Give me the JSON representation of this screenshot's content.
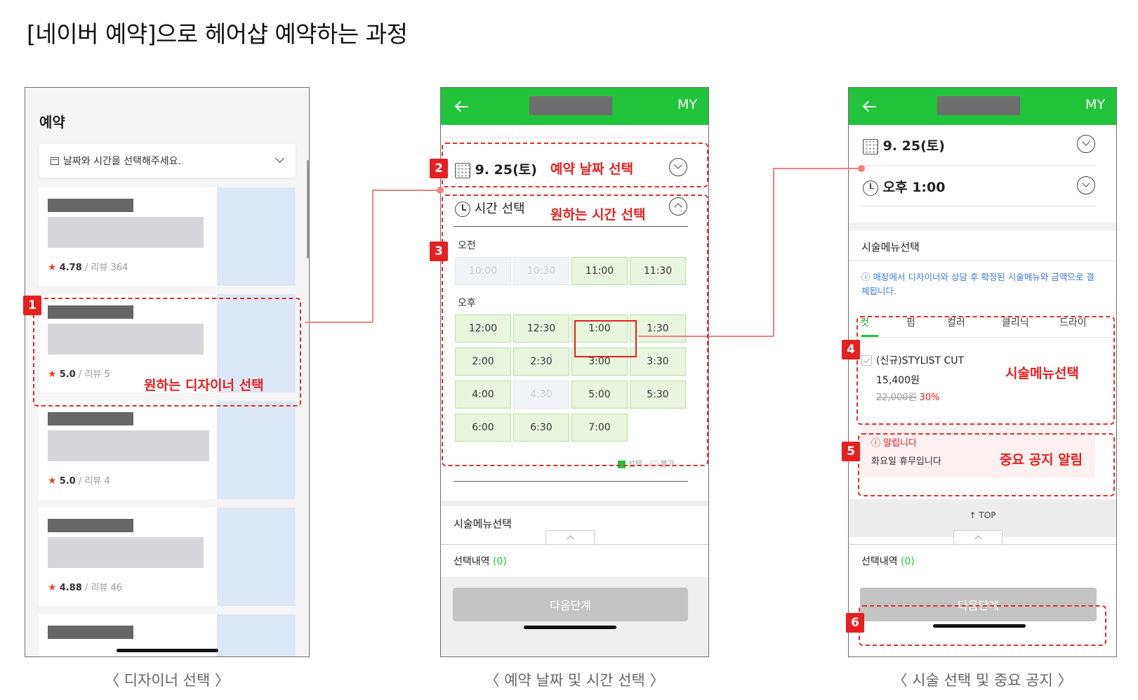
{
  "page_title": "[네이버 예약]으로 헤어샵 예약하는 과정",
  "captions": [
    "〈 디자이너 선택 〉",
    "〈 예약 날짜 및 시간 선택 〉",
    "〈 시술 선택 및 중요 공지 〉"
  ],
  "phone1": {
    "title": "예약",
    "date_select": "날짜와 시간을 선택해주세요.",
    "designers": [
      {
        "rating": "4.78",
        "reviews": "/ 리뷰 364"
      },
      {
        "rating": "5.0",
        "reviews": "/ 리뷰 5"
      },
      {
        "rating": "5.0",
        "reviews": "/ 리뷰 4"
      },
      {
        "rating": "4.88",
        "reviews": "/ 리뷰 46"
      }
    ],
    "star": "★"
  },
  "header": {
    "my_label": "MY"
  },
  "phone2": {
    "date": "9. 25(토)",
    "time_title": "시간 선택",
    "am_label": "오전",
    "pm_label": "오후",
    "am_slots": [
      {
        "label": "10:00",
        "disabled": true
      },
      {
        "label": "10:30",
        "disabled": true
      },
      {
        "label": "11:00",
        "disabled": false
      },
      {
        "label": "11:30",
        "disabled": false
      }
    ],
    "pm_slots": [
      {
        "label": "12:00",
        "disabled": false
      },
      {
        "label": "12:30",
        "disabled": false
      },
      {
        "label": "1:00",
        "disabled": false
      },
      {
        "label": "1:30",
        "disabled": false
      },
      {
        "label": "2:00",
        "disabled": false
      },
      {
        "label": "2:30",
        "disabled": false
      },
      {
        "label": "3:00",
        "disabled": false
      },
      {
        "label": "3:30",
        "disabled": false
      },
      {
        "label": "4:00",
        "disabled": false
      },
      {
        "label": "4:30",
        "disabled": true
      },
      {
        "label": "5:00",
        "disabled": false
      },
      {
        "label": "5:30",
        "disabled": false
      },
      {
        "label": "6:00",
        "disabled": false
      },
      {
        "label": "6:30",
        "disabled": false
      },
      {
        "label": "7:00",
        "disabled": false
      }
    ],
    "legend_selected": "선택",
    "legend_unavailable": "불가",
    "menu_title": "시술메뉴선택",
    "selection_label": "선택내역",
    "selection_count": "(0)",
    "next_button": "다음단계"
  },
  "phone3": {
    "date": "9. 25(토)",
    "time": "오후 1:00",
    "menu_title": "시술메뉴선택",
    "info_text": "ⓘ 매장에서 디자이너와 상담 후 확정된 시술메뉴와 금액으로 결제됩니다.",
    "tabs": [
      "컷",
      "펌",
      "컬러",
      "클리닉",
      "드라이"
    ],
    "item_name": "(신규)STYLIST CUT",
    "item_price": "15,400원",
    "item_original": "22,000원",
    "item_discount": "30%",
    "notice_title": "ⓘ 알립니다",
    "notice_text": "화요일 휴무입니다",
    "top_label": "↑ TOP",
    "selection_label": "선택내역",
    "selection_count": "(0)",
    "next_button": "다음단계"
  },
  "annotations": {
    "numbers": [
      "1",
      "2",
      "3",
      "4",
      "5",
      "6"
    ],
    "designer": "원하는 디자이너 선택",
    "date": "예약 날짜 선택",
    "time": "원하는 시간 선택",
    "menu": "시술메뉴선택",
    "notice": "중요 공지 알림"
  },
  "colors": {
    "brand_green": "#20c33a",
    "annotation_red": "#e42020",
    "slot_green": "#e9f5dd"
  }
}
